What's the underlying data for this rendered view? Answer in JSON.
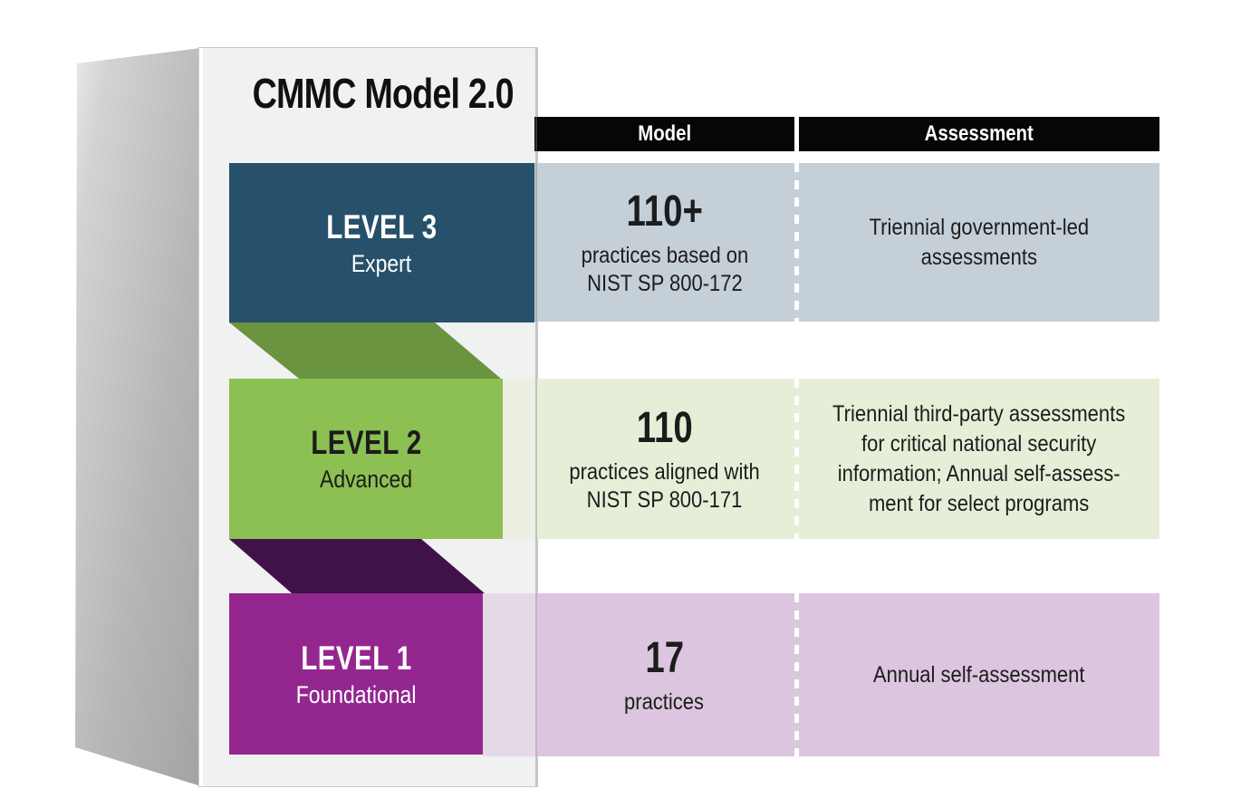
{
  "title": "CMMC Model 2.0",
  "table": {
    "headers": {
      "model": "Model",
      "assessment": "Assessment"
    },
    "header_bg": "#060606",
    "header_text_color": "#ffffff"
  },
  "levels": [
    {
      "label": "LEVEL 3",
      "sublabel": "Expert",
      "model_value": "110+",
      "model_desc": "practices based on\nNIST SP 800-172",
      "assessment": "Triennial government-led\nassessments",
      "box_color": "#27506a",
      "row_color": "#c5cfd7",
      "label_color": "#ffffff"
    },
    {
      "label": "LEVEL 2",
      "sublabel": "Advanced",
      "model_value": "110",
      "model_desc": "practices aligned with\nNIST SP 800-171",
      "assessment": "Triennial third-party assessments\nfor critical national security\ninformation; Annual self-assess-\nment for select programs",
      "box_color": "#8dc053",
      "row_color": "#e6eed8",
      "label_color": "#1c1c1c",
      "fold_color": "#6b9441"
    },
    {
      "label": "LEVEL 1",
      "sublabel": "Foundational",
      "model_value": "17",
      "model_desc": "practices",
      "assessment": "Annual self-assessment",
      "box_color": "#93278f",
      "row_color": "#dcc5df",
      "label_color": "#ffffff",
      "fold_color": "#41124a"
    }
  ]
}
